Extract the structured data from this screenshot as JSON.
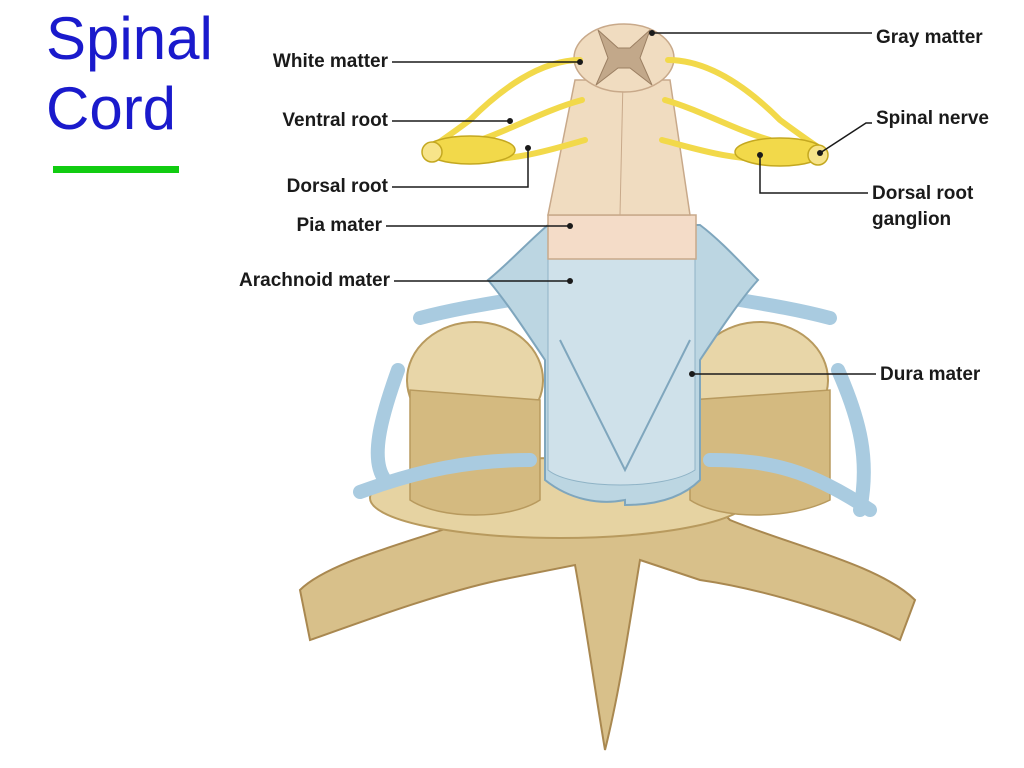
{
  "title": {
    "line1": "Spinal",
    "line2": "Cord",
    "rule_color": "#11cc11",
    "color": "#1a1acc"
  },
  "labels": {
    "white_matter": "White matter",
    "ventral_root": "Ventral root",
    "dorsal_root": "Dorsal root",
    "pia_mater": "Pia mater",
    "arachnoid_mater": "Arachnoid mater",
    "gray_matter": "Gray matter",
    "spinal_nerve": "Spinal nerve",
    "dorsal_root_ganglion_1": "Dorsal root",
    "dorsal_root_ganglion_2": "ganglion",
    "dura_mater": "Dura mater"
  },
  "colors": {
    "bone": "#d8c08a",
    "bone_dark": "#b89a5e",
    "cord": "#f0dcc0",
    "nerve": "#f2d94a",
    "dura": "#bcd6e2",
    "vessel": "#a9cbe0"
  }
}
